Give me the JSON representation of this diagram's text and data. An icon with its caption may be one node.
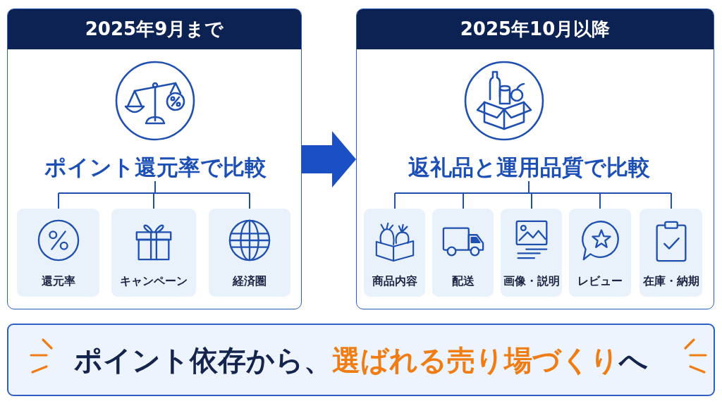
{
  "diagram": {
    "nodes": [
      {
        "text": [
          "2025年9月まで"
        ]
      },
      {
        "text": [
          "ポイント還元率で比較"
        ],
        "in": 0
      },
      {
        "text": [
          "還元率"
        ],
        "in": 0
      },
      {
        "text": [
          "キャンペーン"
        ],
        "in": 0
      },
      {
        "text": [
          "経済圏"
        ],
        "in": 0
      },
      {
        "text": [
          "2025年10月以降"
        ]
      },
      {
        "text": [
          "返礼品と運用品質で比較"
        ],
        "in": 5
      },
      {
        "text": [
          "商品内容"
        ],
        "in": 5
      },
      {
        "text": [
          "配送"
        ],
        "in": 5
      },
      {
        "text": [
          "画像・説明"
        ],
        "in": 5
      },
      {
        "text": [
          "レビュー"
        ],
        "in": 5
      },
      {
        "text": [
          "在庫・納期"
        ],
        "in": 5
      },
      {
        "text": [
          "ポイント依存から、**選ばれる売り場づくり**へ"
        ]
      }
    ],
    "edges": [
      {
        "from": 1,
        "to": 2,
        "arrow": "none"
      },
      {
        "from": 1,
        "to": 3,
        "arrow": "none"
      },
      {
        "from": 1,
        "to": 4,
        "arrow": "none"
      },
      {
        "from": 0,
        "to": 5,
        "arrow": "to",
        "style": "thick"
      },
      {
        "from": 6,
        "to": 7,
        "arrow": "none"
      },
      {
        "from": 6,
        "to": 8,
        "arrow": "none"
      },
      {
        "from": 6,
        "to": 9,
        "arrow": "none"
      },
      {
        "from": 6,
        "to": 10,
        "arrow": "none"
      },
      {
        "from": 6,
        "to": 11,
        "arrow": "none"
      }
    ]
  }
}
